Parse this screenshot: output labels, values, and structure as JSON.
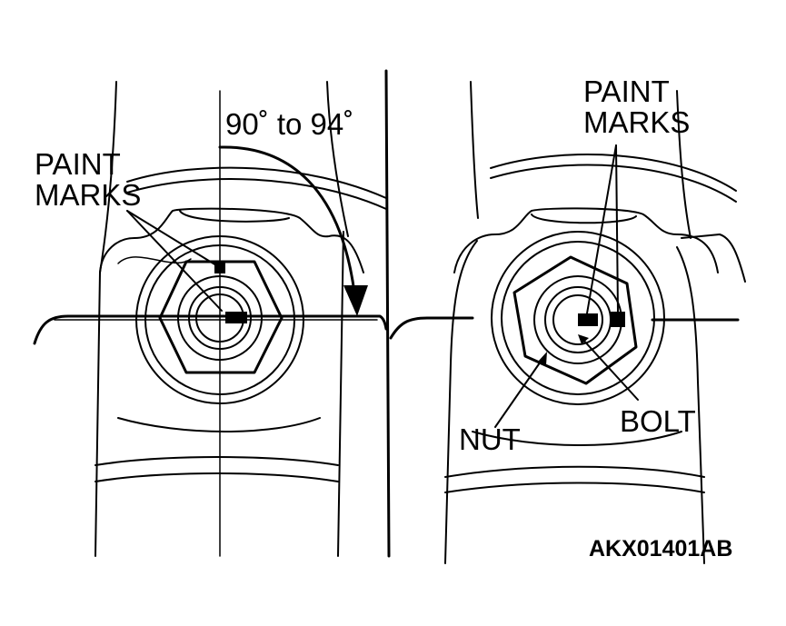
{
  "left_panel": {
    "angle_label": "90˚ to 94˚",
    "paint_marks_label": [
      "PAINT",
      "MARKS"
    ]
  },
  "right_panel": {
    "paint_marks_label": [
      "PAINT",
      "MARKS"
    ],
    "nut_label": "NUT",
    "bolt_label": "BOLT"
  },
  "figure_code": "AKX01401AB"
}
